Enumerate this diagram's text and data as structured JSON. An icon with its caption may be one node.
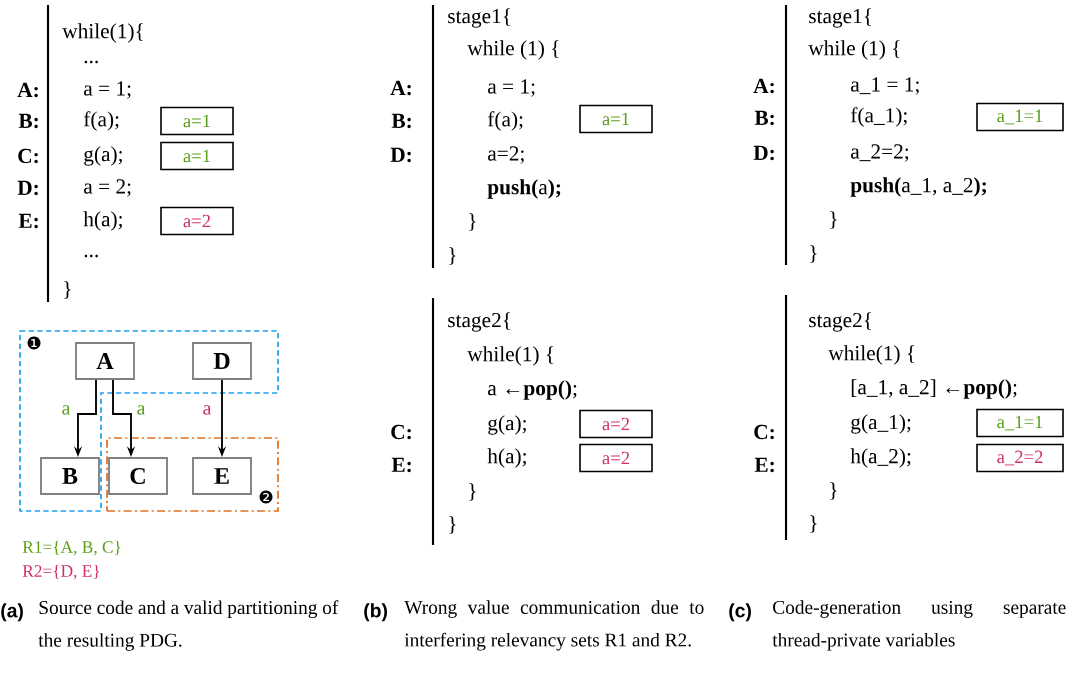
{
  "diagram": {
    "nodes": [
      {
        "text": [
          "❶"
        ]
      },
      {
        "text": [
          "A"
        ],
        "in": 0
      },
      {
        "text": [
          "D"
        ],
        "in": 0
      },
      {
        "text": [
          "B"
        ],
        "in": 0
      },
      {
        "text": [
          "❷"
        ]
      },
      {
        "text": [
          "C"
        ],
        "in": 4
      },
      {
        "text": [
          "E"
        ],
        "in": 4
      },
      {
        "text": [
          "a=1"
        ]
      },
      {
        "text": [
          "a=1"
        ]
      },
      {
        "text": [
          "a=2"
        ]
      },
      {
        "text": [
          "a=1"
        ]
      },
      {
        "text": [
          "a=2"
        ]
      },
      {
        "text": [
          "a=2"
        ]
      },
      {
        "text": [
          "a_1=1"
        ]
      },
      {
        "text": [
          "a_1=1"
        ]
      },
      {
        "text": [
          "a_2=2"
        ]
      }
    ],
    "edges": [
      {
        "from": 1,
        "to": 3,
        "arrow": "to",
        "label": "a"
      },
      {
        "from": 1,
        "to": 5,
        "arrow": "to",
        "label": "a"
      },
      {
        "from": 2,
        "to": 6,
        "arrow": "to",
        "label": "a"
      }
    ],
    "labels": [
      "while(1){",
      "...",
      "A:",
      "a = 1;",
      "B:",
      "f(a);",
      "C:",
      "g(a);",
      "D:",
      "a = 2;",
      "E:",
      "h(a);",
      "...",
      "}",
      "stage1{",
      "while (1) {",
      "A:",
      "a = 1;",
      "B:",
      "f(a);",
      "D:",
      "a=2;",
      "**push(**a**);**",
      "}",
      "}",
      "stage2{",
      "while(1) {",
      "a ←**pop()**;",
      "C:",
      "g(a);",
      "E:",
      "h(a);",
      "}",
      "}",
      "stage1{",
      "while (1) {",
      "A:",
      "a_1 = 1;",
      "B:",
      "f(a_1);",
      "D:",
      "a_2=2;",
      "**push(**a_1, a_2**);**",
      "}",
      "}",
      "stage2{",
      "while(1) {",
      "[a_1, a_2] ←**pop()**;",
      "C:",
      "g(a_1);",
      "E:",
      "h(a_2);",
      "}",
      "}",
      "R1={A, B, C}",
      "R2={D, E}",
      "(a)",
      "Source code and a valid partitioning of the resulting PDG.",
      "(b)",
      "Wrong value communication due to interfering relevancy sets R1 and R2.",
      "(c)",
      "Code-generation using separate thread-private variables"
    ]
  }
}
